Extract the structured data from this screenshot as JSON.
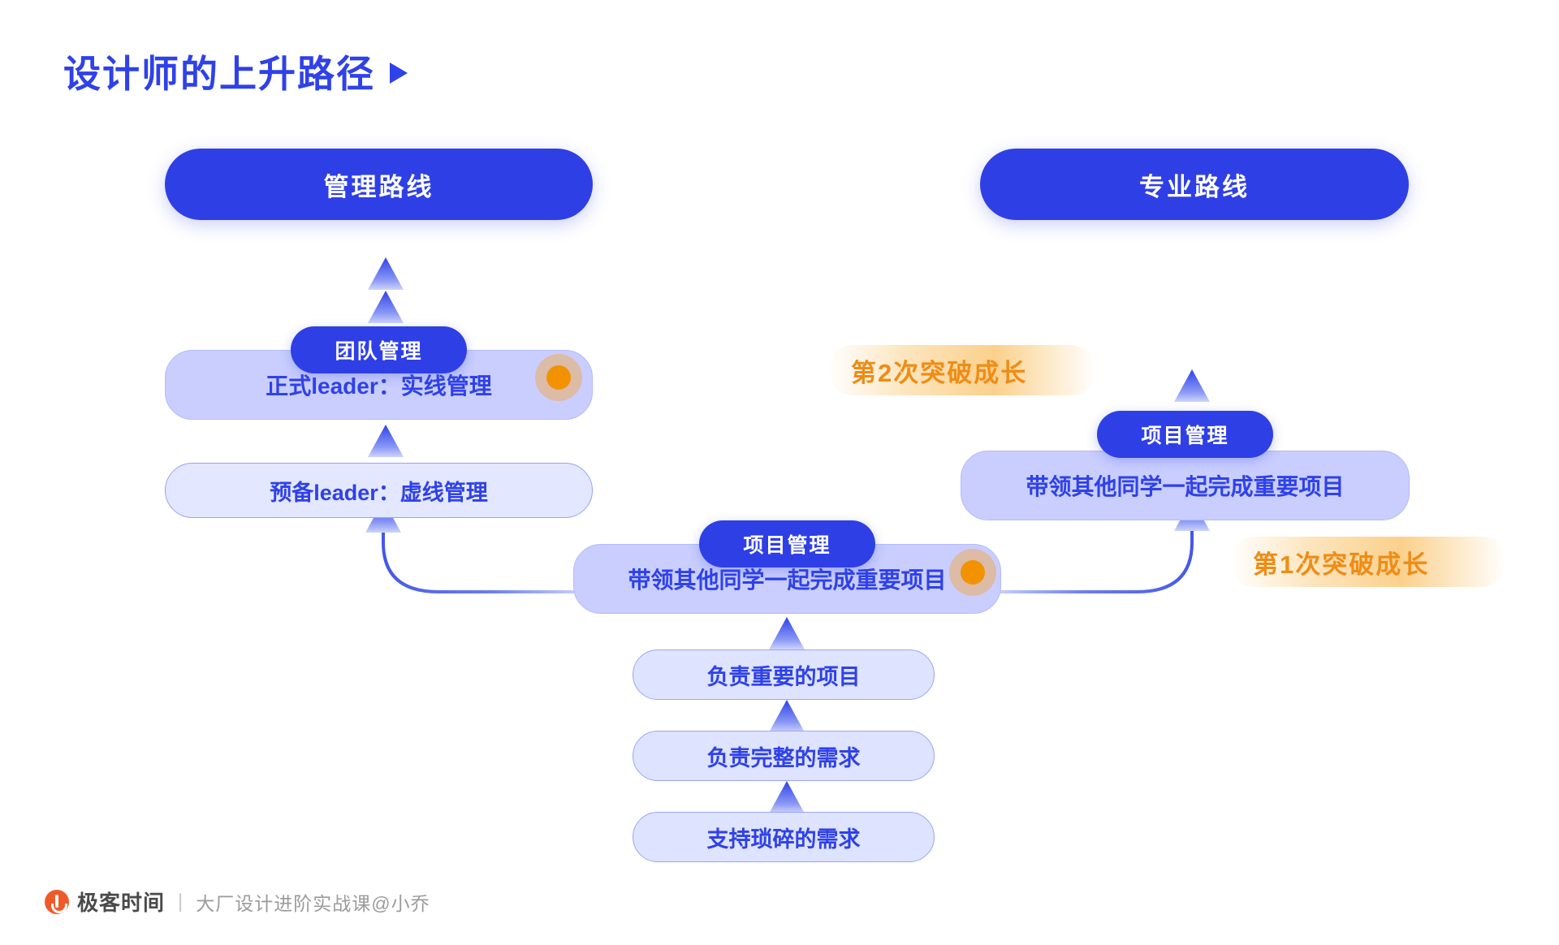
{
  "page": {
    "title": "设计师的上升路径",
    "title_marker": "play-triangle"
  },
  "tracks": {
    "management": {
      "label": "管理路线"
    },
    "professional": {
      "label": "专业路线"
    }
  },
  "nodes": {
    "formal_leader": "正式leader：实线管理",
    "prep_leader": "预备leader：虚线管理",
    "center_project": "带领其他同学一起完成重要项目",
    "right_project": "带领其他同学一起完成重要项目",
    "important_project": "负责重要的项目",
    "full_demand": "负责完整的需求",
    "trivial_demand": "支持琐碎的需求"
  },
  "badges": {
    "team_management": "团队管理",
    "center_project_management": "项目管理",
    "right_project_management": "项目管理"
  },
  "annotations": {
    "breakthrough_2": "第2次突破成长",
    "breakthrough_1": "第1次突破成长"
  },
  "footer": {
    "brand": "极客时间",
    "divider": "|",
    "subtitle": "大厂设计进阶实战课@小乔"
  },
  "colors": {
    "primary_blue": "#2f41e8",
    "badge_blue": "#2f3fe6",
    "node_fill": "#c9ceff",
    "node_light": "#e3e7ff",
    "accent_orange": "#f39200",
    "annotation_text": "#ef8c16",
    "footer_logo": "#f05a28"
  }
}
